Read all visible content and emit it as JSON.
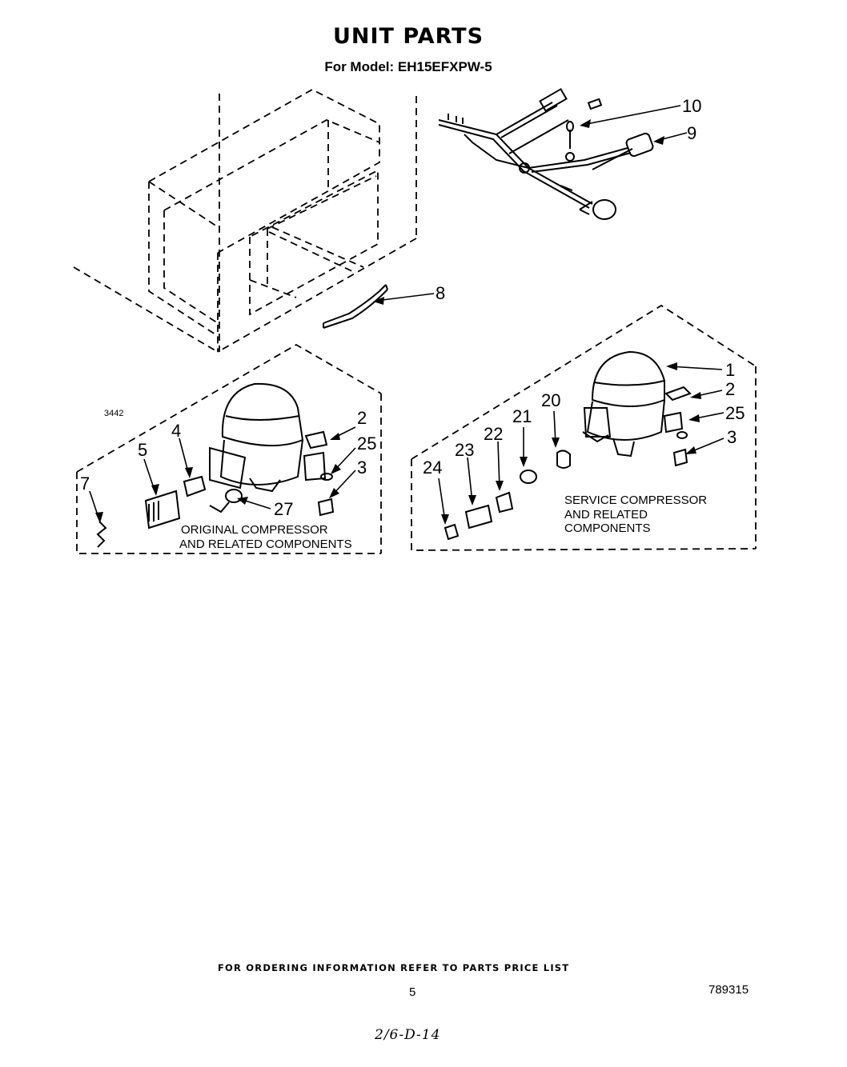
{
  "header": {
    "title": "UNIT PARTS",
    "model_line": "For Model: EH15EFXPW-5"
  },
  "diagram": {
    "figure_code": "3442",
    "callouts": {
      "c10": "10",
      "c9": "9",
      "c8": "8",
      "c1": "1",
      "c2_right": "2",
      "c25_right": "25",
      "c3_right": "3",
      "c20": "20",
      "c21": "21",
      "c22": "22",
      "c23": "23",
      "c24": "24",
      "c2_left": "2",
      "c25_left": "25",
      "c3_left": "3",
      "c27": "27",
      "c4": "4",
      "c5": "5",
      "c7": "7"
    },
    "original_group": {
      "line1": "ORIGINAL COMPRESSOR",
      "line2": "AND RELATED COMPONENTS"
    },
    "service_group": {
      "line1": "SERVICE COMPRESSOR",
      "line2": "AND RELATED",
      "line3": "COMPONENTS"
    }
  },
  "footer": {
    "ordering_note": "FOR ORDERING INFORMATION REFER TO PARTS PRICE LIST",
    "page_number": "5",
    "document_number": "789315",
    "handwritten_code": "2/6-D-14"
  }
}
